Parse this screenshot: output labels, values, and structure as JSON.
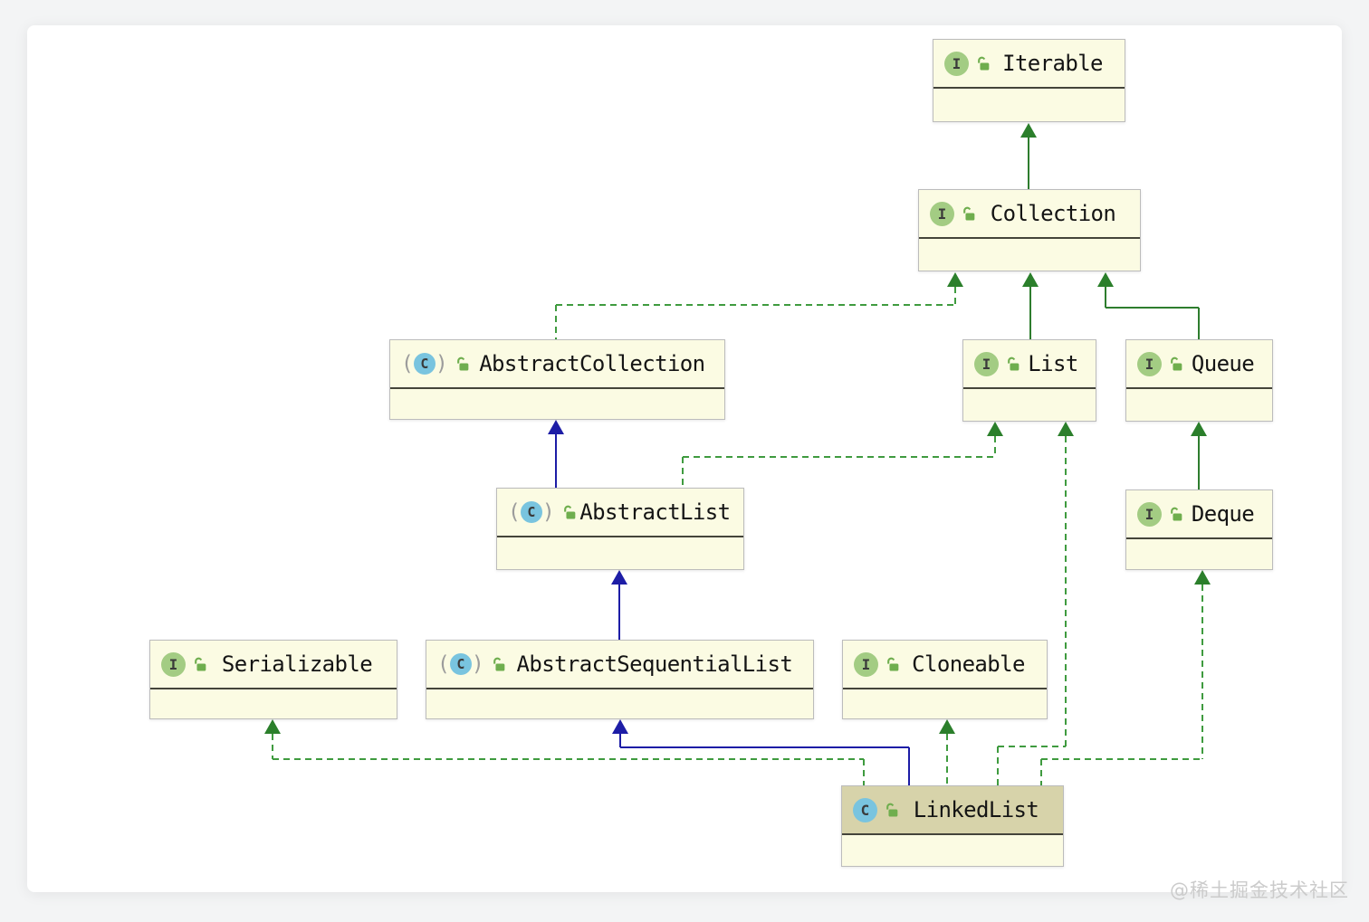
{
  "diagram": {
    "type": "uml-class-diagram",
    "subject": "Java LinkedList class hierarchy"
  },
  "nodes": [
    {
      "name": "Iterable",
      "kind": "interface",
      "icon": "interface-icon",
      "modifier_icon": "open-lock-icon"
    },
    {
      "name": "Collection",
      "kind": "interface",
      "icon": "interface-icon",
      "modifier_icon": "open-lock-icon"
    },
    {
      "name": "AbstractCollection",
      "kind": "abstract class",
      "icon": "abstract-class-icon",
      "modifier_icon": "open-lock-icon"
    },
    {
      "name": "List",
      "kind": "interface",
      "icon": "interface-icon",
      "modifier_icon": "open-lock-icon"
    },
    {
      "name": "Queue",
      "kind": "interface",
      "icon": "interface-icon",
      "modifier_icon": "open-lock-icon"
    },
    {
      "name": "AbstractList",
      "kind": "abstract class",
      "icon": "abstract-class-icon",
      "modifier_icon": "open-lock-icon"
    },
    {
      "name": "Deque",
      "kind": "interface",
      "icon": "interface-icon",
      "modifier_icon": "open-lock-icon"
    },
    {
      "name": "Serializable",
      "kind": "interface",
      "icon": "interface-icon",
      "modifier_icon": "open-lock-icon"
    },
    {
      "name": "AbstractSequentialList",
      "kind": "abstract class",
      "icon": "abstract-class-icon",
      "modifier_icon": "open-lock-icon"
    },
    {
      "name": "Cloneable",
      "kind": "interface",
      "icon": "interface-icon",
      "modifier_icon": "open-lock-icon"
    },
    {
      "name": "LinkedList",
      "kind": "class",
      "icon": "class-icon",
      "modifier_icon": "open-lock-icon",
      "selected": true
    }
  ],
  "edges": [
    {
      "from": "Collection",
      "to": "Iterable",
      "relation": "extends",
      "line": "solid-green"
    },
    {
      "from": "AbstractCollection",
      "to": "Collection",
      "relation": "implements",
      "line": "dashed-green"
    },
    {
      "from": "List",
      "to": "Collection",
      "relation": "extends",
      "line": "solid-green"
    },
    {
      "from": "Queue",
      "to": "Collection",
      "relation": "extends",
      "line": "solid-green"
    },
    {
      "from": "AbstractList",
      "to": "AbstractCollection",
      "relation": "extends",
      "line": "solid-blue"
    },
    {
      "from": "AbstractList",
      "to": "List",
      "relation": "implements",
      "line": "dashed-green"
    },
    {
      "from": "Deque",
      "to": "Queue",
      "relation": "extends",
      "line": "solid-green"
    },
    {
      "from": "AbstractSequentialList",
      "to": "AbstractList",
      "relation": "extends",
      "line": "solid-blue"
    },
    {
      "from": "LinkedList",
      "to": "Serializable",
      "relation": "implements",
      "line": "dashed-green"
    },
    {
      "from": "LinkedList",
      "to": "AbstractSequentialList",
      "relation": "extends",
      "line": "solid-blue"
    },
    {
      "from": "LinkedList",
      "to": "Cloneable",
      "relation": "implements",
      "line": "dashed-green"
    },
    {
      "from": "LinkedList",
      "to": "List",
      "relation": "implements",
      "line": "dashed-green"
    },
    {
      "from": "LinkedList",
      "to": "Deque",
      "relation": "implements",
      "line": "dashed-green"
    }
  ],
  "icons": {
    "interface_letter": "I",
    "class_letter": "C",
    "abstract_open": "(",
    "abstract_close": ")"
  },
  "colors": {
    "node_fill": "#fbfbe3",
    "node_border": "#bcbcbc",
    "selected_header_fill": "#d7d3aa",
    "extends_interface_line": "#2e7d2e",
    "implements_line": "#3f9b3f",
    "extends_class_line": "#1d1da6",
    "interface_badge": "#a3cc83",
    "class_badge": "#79c4df",
    "lock": "#6fae4e"
  },
  "footer": {
    "watermark": "@稀土掘金技术社区"
  }
}
